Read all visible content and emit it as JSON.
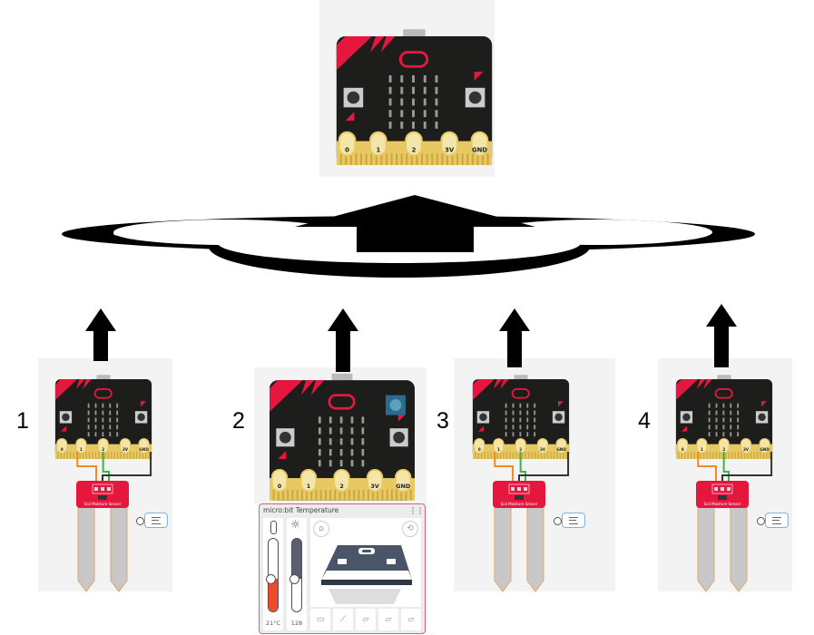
{
  "labels": {
    "one": "1",
    "two": "2",
    "three": "3",
    "four": "4"
  },
  "microbit": {
    "pins": [
      "0",
      "1",
      "2",
      "3V",
      "GND"
    ]
  },
  "sensor": {
    "label": "Soil Moisture Sensor"
  },
  "temperature_panel": {
    "title": "micro:bit Temperature",
    "temperature_value": "21°C",
    "light_value": "128",
    "temperature_level": 0.45,
    "light_level": 0.45
  },
  "colors": {
    "board": "#1d1d1b",
    "accent": "#e5173f",
    "gold": "#e8c862",
    "arrow": "#000000",
    "wire_orange": "#f08a24",
    "wire_green": "#3cb44b",
    "wire_dark": "#333333"
  }
}
